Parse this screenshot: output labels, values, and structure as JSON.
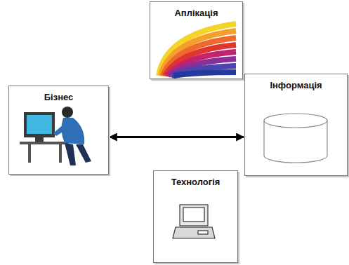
{
  "diagram": {
    "nodes": [
      {
        "text": [
          "Аплікація"
        ]
      },
      {
        "text": [
          "Бізнес"
        ]
      },
      {
        "text": [
          "Інформація"
        ]
      },
      {
        "text": [
          "Технологія"
        ]
      }
    ],
    "edges": [
      {
        "from": 1,
        "to": 2,
        "arrow": "both"
      }
    ]
  }
}
